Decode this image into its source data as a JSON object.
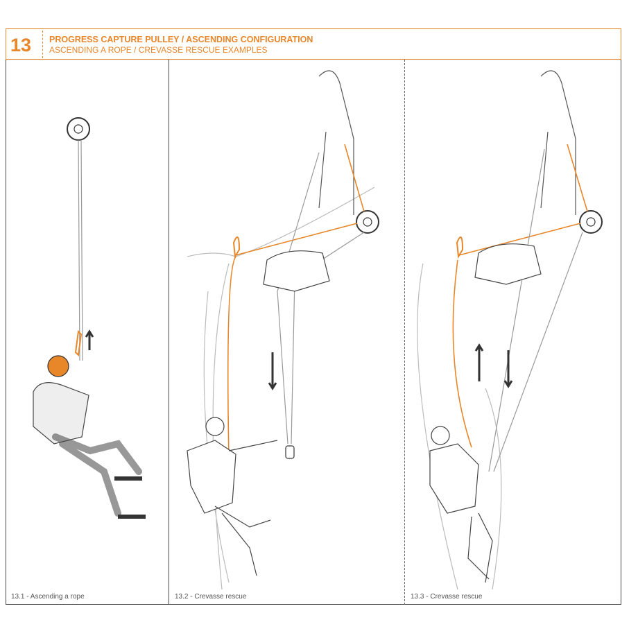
{
  "header": {
    "number": "13",
    "title": "PROGRESS CAPTURE PULLEY / ASCENDING CONFIGURATION",
    "subtitle": "ASCENDING A ROPE / CREVASSE RESCUE EXAMPLES"
  },
  "panels": [
    {
      "caption": "13.1 - Ascending a rope"
    },
    {
      "caption": "13.2 - Crevasse rescue"
    },
    {
      "caption": "13.3 - Crevasse rescue"
    }
  ],
  "colors": {
    "accent": "#e8862a",
    "line": "#444444",
    "rope": "#999999"
  }
}
